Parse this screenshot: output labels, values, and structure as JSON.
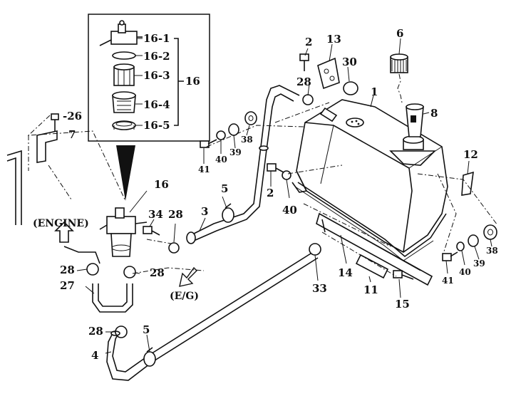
{
  "inset": {
    "labels": [
      "16-1",
      "16-2",
      "16-3",
      "16-4",
      "16-5"
    ],
    "group": "16"
  },
  "callouts": {
    "c1": "1",
    "c2a": "2",
    "c2b": "2",
    "c3": "3",
    "c4": "4",
    "c5a": "5",
    "c5b": "5",
    "c6": "6",
    "c7": "7",
    "c8": "8",
    "c11": "11",
    "c12": "12",
    "c13": "13",
    "c14": "14",
    "c15": "15",
    "c16": "16",
    "c26": "-26",
    "c27": "27",
    "c28a": "28",
    "c28b": "28",
    "c28c": "28",
    "c28d": "28",
    "c28e": "28",
    "c30": "30",
    "c33": "33",
    "c34": "34",
    "c38a": "38",
    "c38b": "38",
    "c39a": "39",
    "c39b": "39",
    "c40a": "40",
    "c40b": "40",
    "c40c": "40",
    "c41a": "41",
    "c41b": "41"
  },
  "directions": {
    "engine": "(ENGINE)",
    "eg": "(E/G)"
  }
}
